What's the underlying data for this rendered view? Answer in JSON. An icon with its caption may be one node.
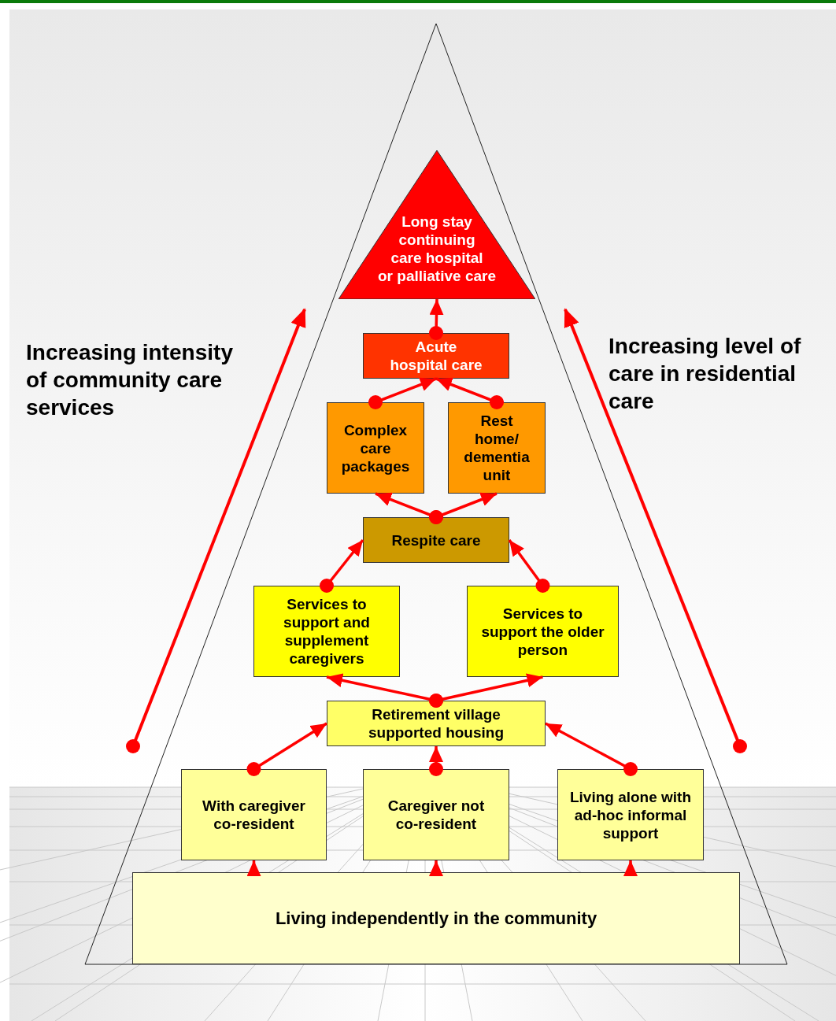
{
  "diagram": {
    "nodes": [
      {
        "text": [
          "Long stay continuing care hospital or palliative care"
        ]
      },
      {
        "text": [
          "Acute hospital care"
        ]
      },
      {
        "text": [
          "Complex care packages"
        ]
      },
      {
        "text": [
          "Rest home/ dementia unit"
        ]
      },
      {
        "text": [
          "Respite care"
        ]
      },
      {
        "text": [
          "Services to support and supplement caregivers"
        ]
      },
      {
        "text": [
          "Services to support the older person"
        ]
      },
      {
        "text": [
          "Retirement village supported housing"
        ]
      },
      {
        "text": [
          "With caregiver co-resident"
        ]
      },
      {
        "text": [
          "Caregiver not co-resident"
        ]
      },
      {
        "text": [
          "Living alone with ad-hoc informal support"
        ]
      },
      {
        "text": [
          "Living independently in the community"
        ]
      }
    ],
    "edges": [
      {
        "from": 1,
        "to": 0,
        "arrow": "to"
      },
      {
        "from": 2,
        "to": 1,
        "arrow": "to"
      },
      {
        "from": 3,
        "to": 1,
        "arrow": "to"
      },
      {
        "from": 4,
        "to": 2,
        "arrow": "to"
      },
      {
        "from": 4,
        "to": 3,
        "arrow": "to"
      },
      {
        "from": 5,
        "to": 4,
        "arrow": "to"
      },
      {
        "from": 6,
        "to": 4,
        "arrow": "to"
      },
      {
        "from": 7,
        "to": 5,
        "arrow": "to"
      },
      {
        "from": 7,
        "to": 6,
        "arrow": "to"
      },
      {
        "from": 8,
        "to": 7,
        "arrow": "to"
      },
      {
        "from": 9,
        "to": 7,
        "arrow": "to"
      },
      {
        "from": 10,
        "to": 7,
        "arrow": "to"
      },
      {
        "from": 11,
        "to": 8,
        "arrow": "to"
      },
      {
        "from": 11,
        "to": 9,
        "arrow": "to"
      },
      {
        "from": 11,
        "to": 10,
        "arrow": "to"
      }
    ],
    "labels": [
      "Increasing intensity of community care services",
      "Increasing level of care in residential care"
    ]
  }
}
